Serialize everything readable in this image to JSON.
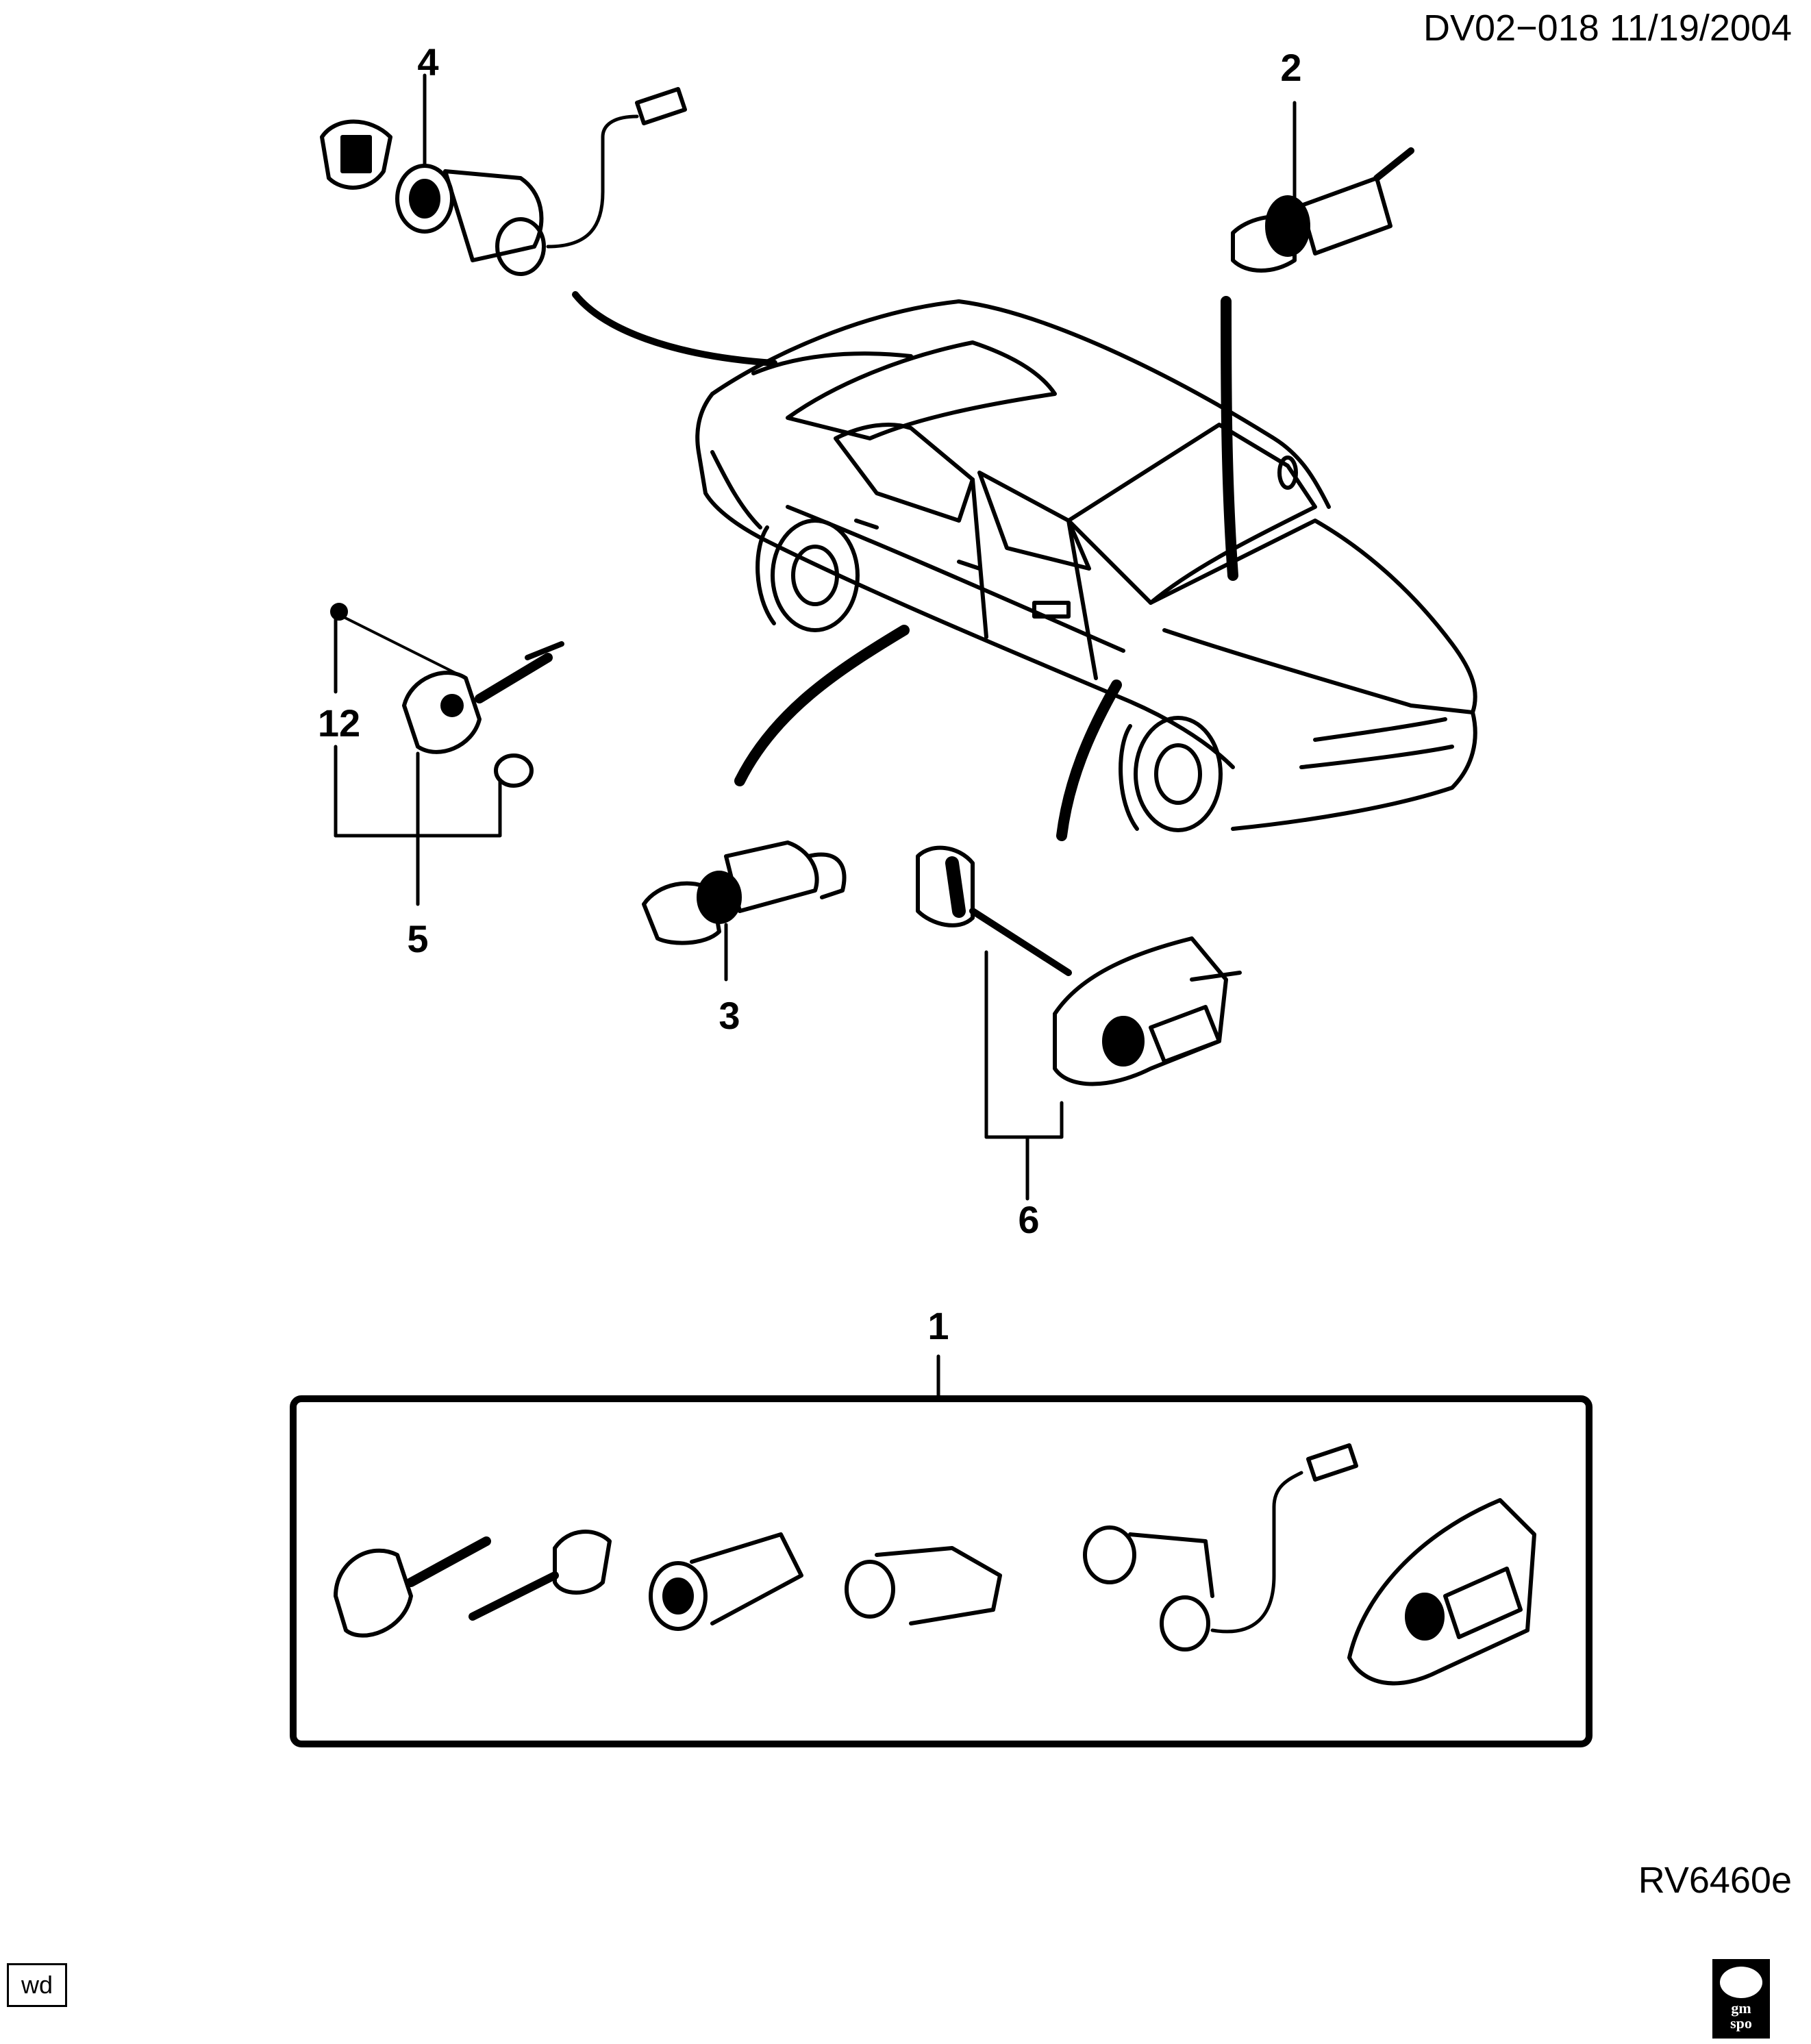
{
  "header": {
    "doc_id": "DV02−018  11/19/2004"
  },
  "footer": {
    "illustration_code": "RV6460e",
    "badge": "wd",
    "logo_top": "gm",
    "logo_bottom": "spo"
  },
  "callouts": [
    "1",
    "2",
    "3",
    "4",
    "5",
    "6",
    "12"
  ]
}
